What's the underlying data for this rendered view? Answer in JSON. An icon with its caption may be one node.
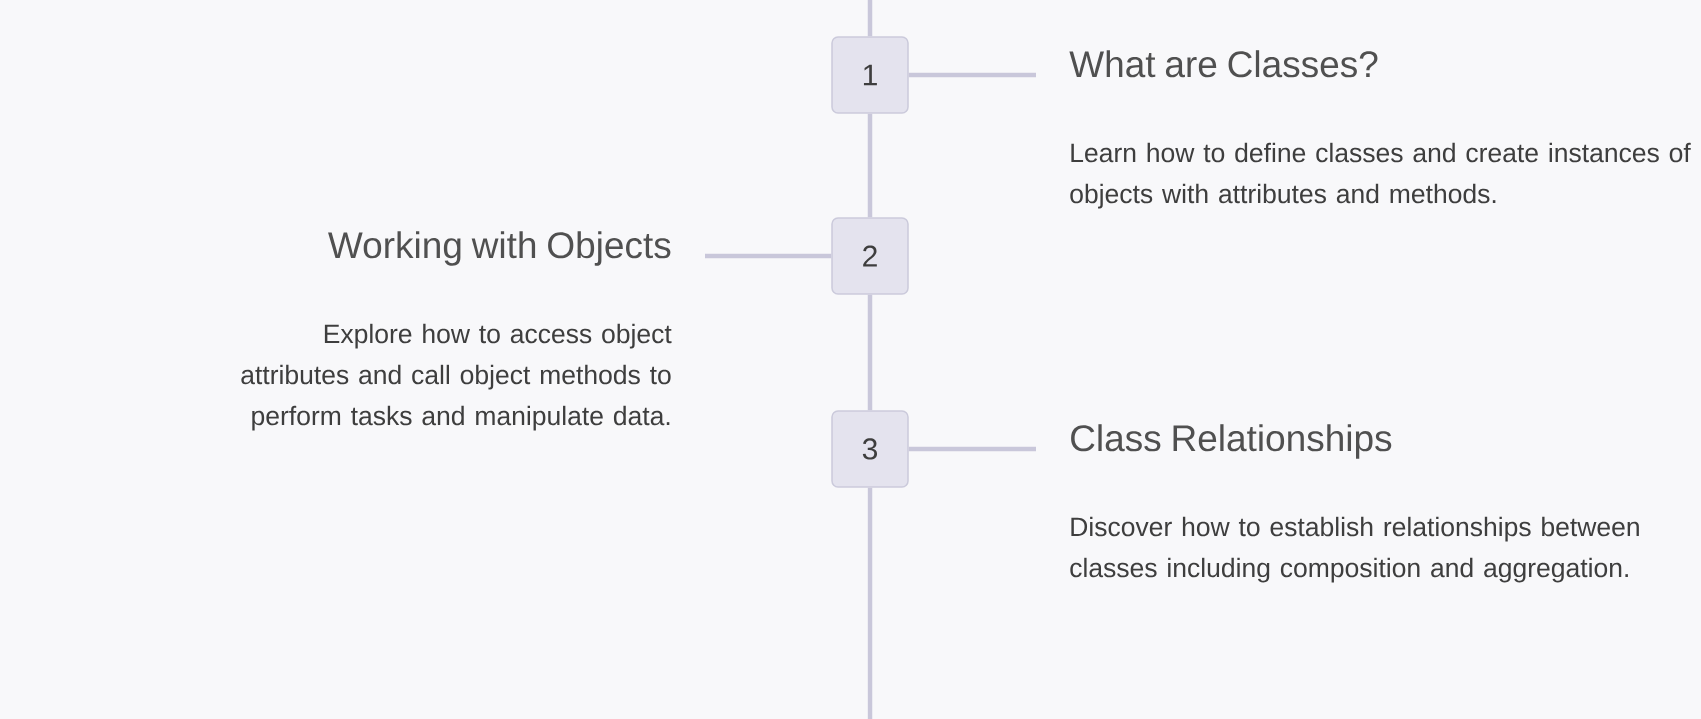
{
  "diagram": {
    "nodes": [
      {
        "text": [
          "1"
        ]
      },
      {
        "text": [
          "What are Classes?",
          "Learn how to define classes and create instances of objects with attributes and methods."
        ]
      },
      {
        "text": [
          "Working with Objects",
          "Explore how to access object attributes and call object methods to perform tasks and manipulate data."
        ]
      },
      {
        "text": [
          "2"
        ]
      },
      {
        "text": [
          "3"
        ]
      },
      {
        "text": [
          "Class Relationships",
          "Discover how to establish relationships between classes including composition and aggregation."
        ]
      }
    ],
    "edges": [
      {
        "from": null,
        "to": 0,
        "arrow": "none"
      },
      {
        "from": 0,
        "to": 3,
        "arrow": "none"
      },
      {
        "from": 3,
        "to": 4,
        "arrow": "none"
      },
      {
        "from": 4,
        "to": null,
        "arrow": "none"
      },
      {
        "from": 0,
        "to": 1,
        "arrow": "none"
      },
      {
        "from": 2,
        "to": 3,
        "arrow": "none"
      },
      {
        "from": 4,
        "to": 5,
        "arrow": "none"
      }
    ]
  }
}
